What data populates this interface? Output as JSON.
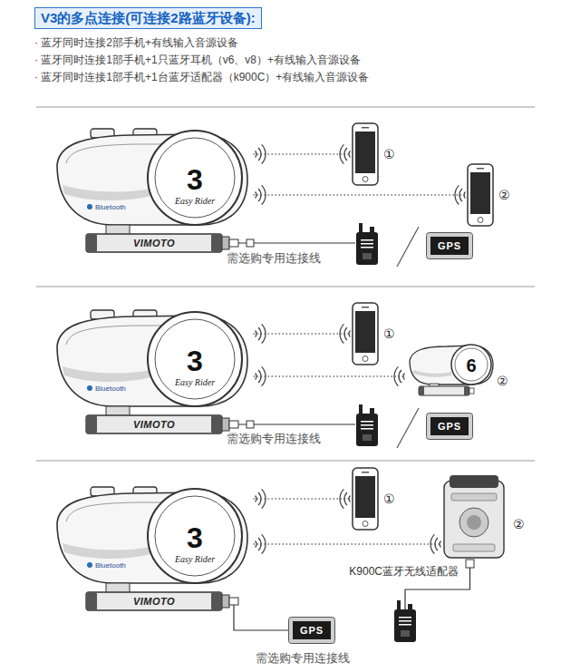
{
  "diagram": {
    "title": "V3的多点连接(可连接2路蓝牙设备):",
    "nodes": [
      {
        "text": [
          "3",
          "Bluetooth",
          "Easy Rider",
          "VIMOTO"
        ]
      },
      {
        "text": [
          "①"
        ]
      },
      {
        "text": [
          "②"
        ]
      },
      {
        "text": [
          "GPS"
        ]
      },
      {
        "text": [
          "3",
          "Bluetooth",
          "Easy Rider",
          "VIMOTO"
        ]
      },
      {
        "text": [
          "①"
        ]
      },
      {
        "text": [
          "6",
          "②"
        ]
      },
      {
        "text": [
          "GPS"
        ]
      },
      {
        "text": [
          "3",
          "Bluetooth",
          "Easy Rider",
          "VIMOTO"
        ]
      },
      {
        "text": [
          "①"
        ]
      },
      {
        "text": [
          "②",
          "K900C蓝牙无线适配器"
        ]
      },
      {
        "text": [
          "GPS"
        ]
      }
    ],
    "edges": [
      {
        "from": 0,
        "to": 1,
        "arrow": "none"
      },
      {
        "from": 0,
        "to": 2,
        "arrow": "none"
      },
      {
        "from": 4,
        "to": 5,
        "arrow": "none"
      },
      {
        "from": 4,
        "to": 6,
        "arrow": "none"
      },
      {
        "from": 8,
        "to": 9,
        "arrow": "none"
      },
      {
        "from": 8,
        "to": 10,
        "arrow": "none"
      },
      {
        "from": 8,
        "to": 11,
        "arrow": "none"
      }
    ],
    "labels": [
      "· 蓝牙同时连接2部手机+有线输入音源设备",
      "· 蓝牙同时连接1部手机+1只蓝牙耳机（v6、v8）+有线输入音源设备",
      "· 蓝牙同时连接1部手机+1台蓝牙适配器（k900C）+有线输入音源设备",
      "需选购专用连接线",
      "需选购专用连接线",
      "需选购专用连接线"
    ]
  }
}
